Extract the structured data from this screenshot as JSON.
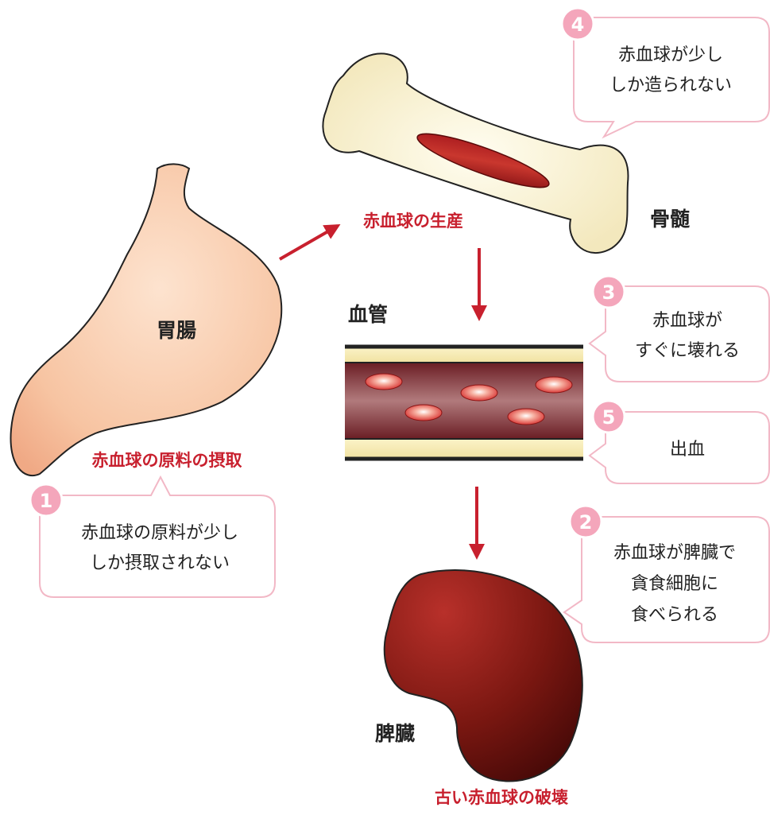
{
  "organs": {
    "gut": "胃腸",
    "marrow": "骨髄",
    "vessel": "血管",
    "spleen": "脾臓"
  },
  "steps": {
    "intake": "赤血球の原料の摂取",
    "production": "赤血球の生産",
    "destruction": "古い赤血球の破壊"
  },
  "causes": [
    {
      "num": "1",
      "lines": [
        "赤血球の原料が少し",
        "しか摂取されない"
      ]
    },
    {
      "num": "2",
      "lines": [
        "赤血球が脾臓で",
        "貪食細胞に",
        "食べられる"
      ]
    },
    {
      "num": "3",
      "lines": [
        "赤血球が",
        "すぐに壊れる"
      ]
    },
    {
      "num": "4",
      "lines": [
        "赤血球が少し",
        "しか造られない"
      ]
    },
    {
      "num": "5",
      "lines": [
        "出血"
      ]
    }
  ],
  "colors": {
    "accent_red": "#c8202e",
    "bubble_border": "#f2b8c6",
    "badge_fill": "#f4a6bb"
  }
}
